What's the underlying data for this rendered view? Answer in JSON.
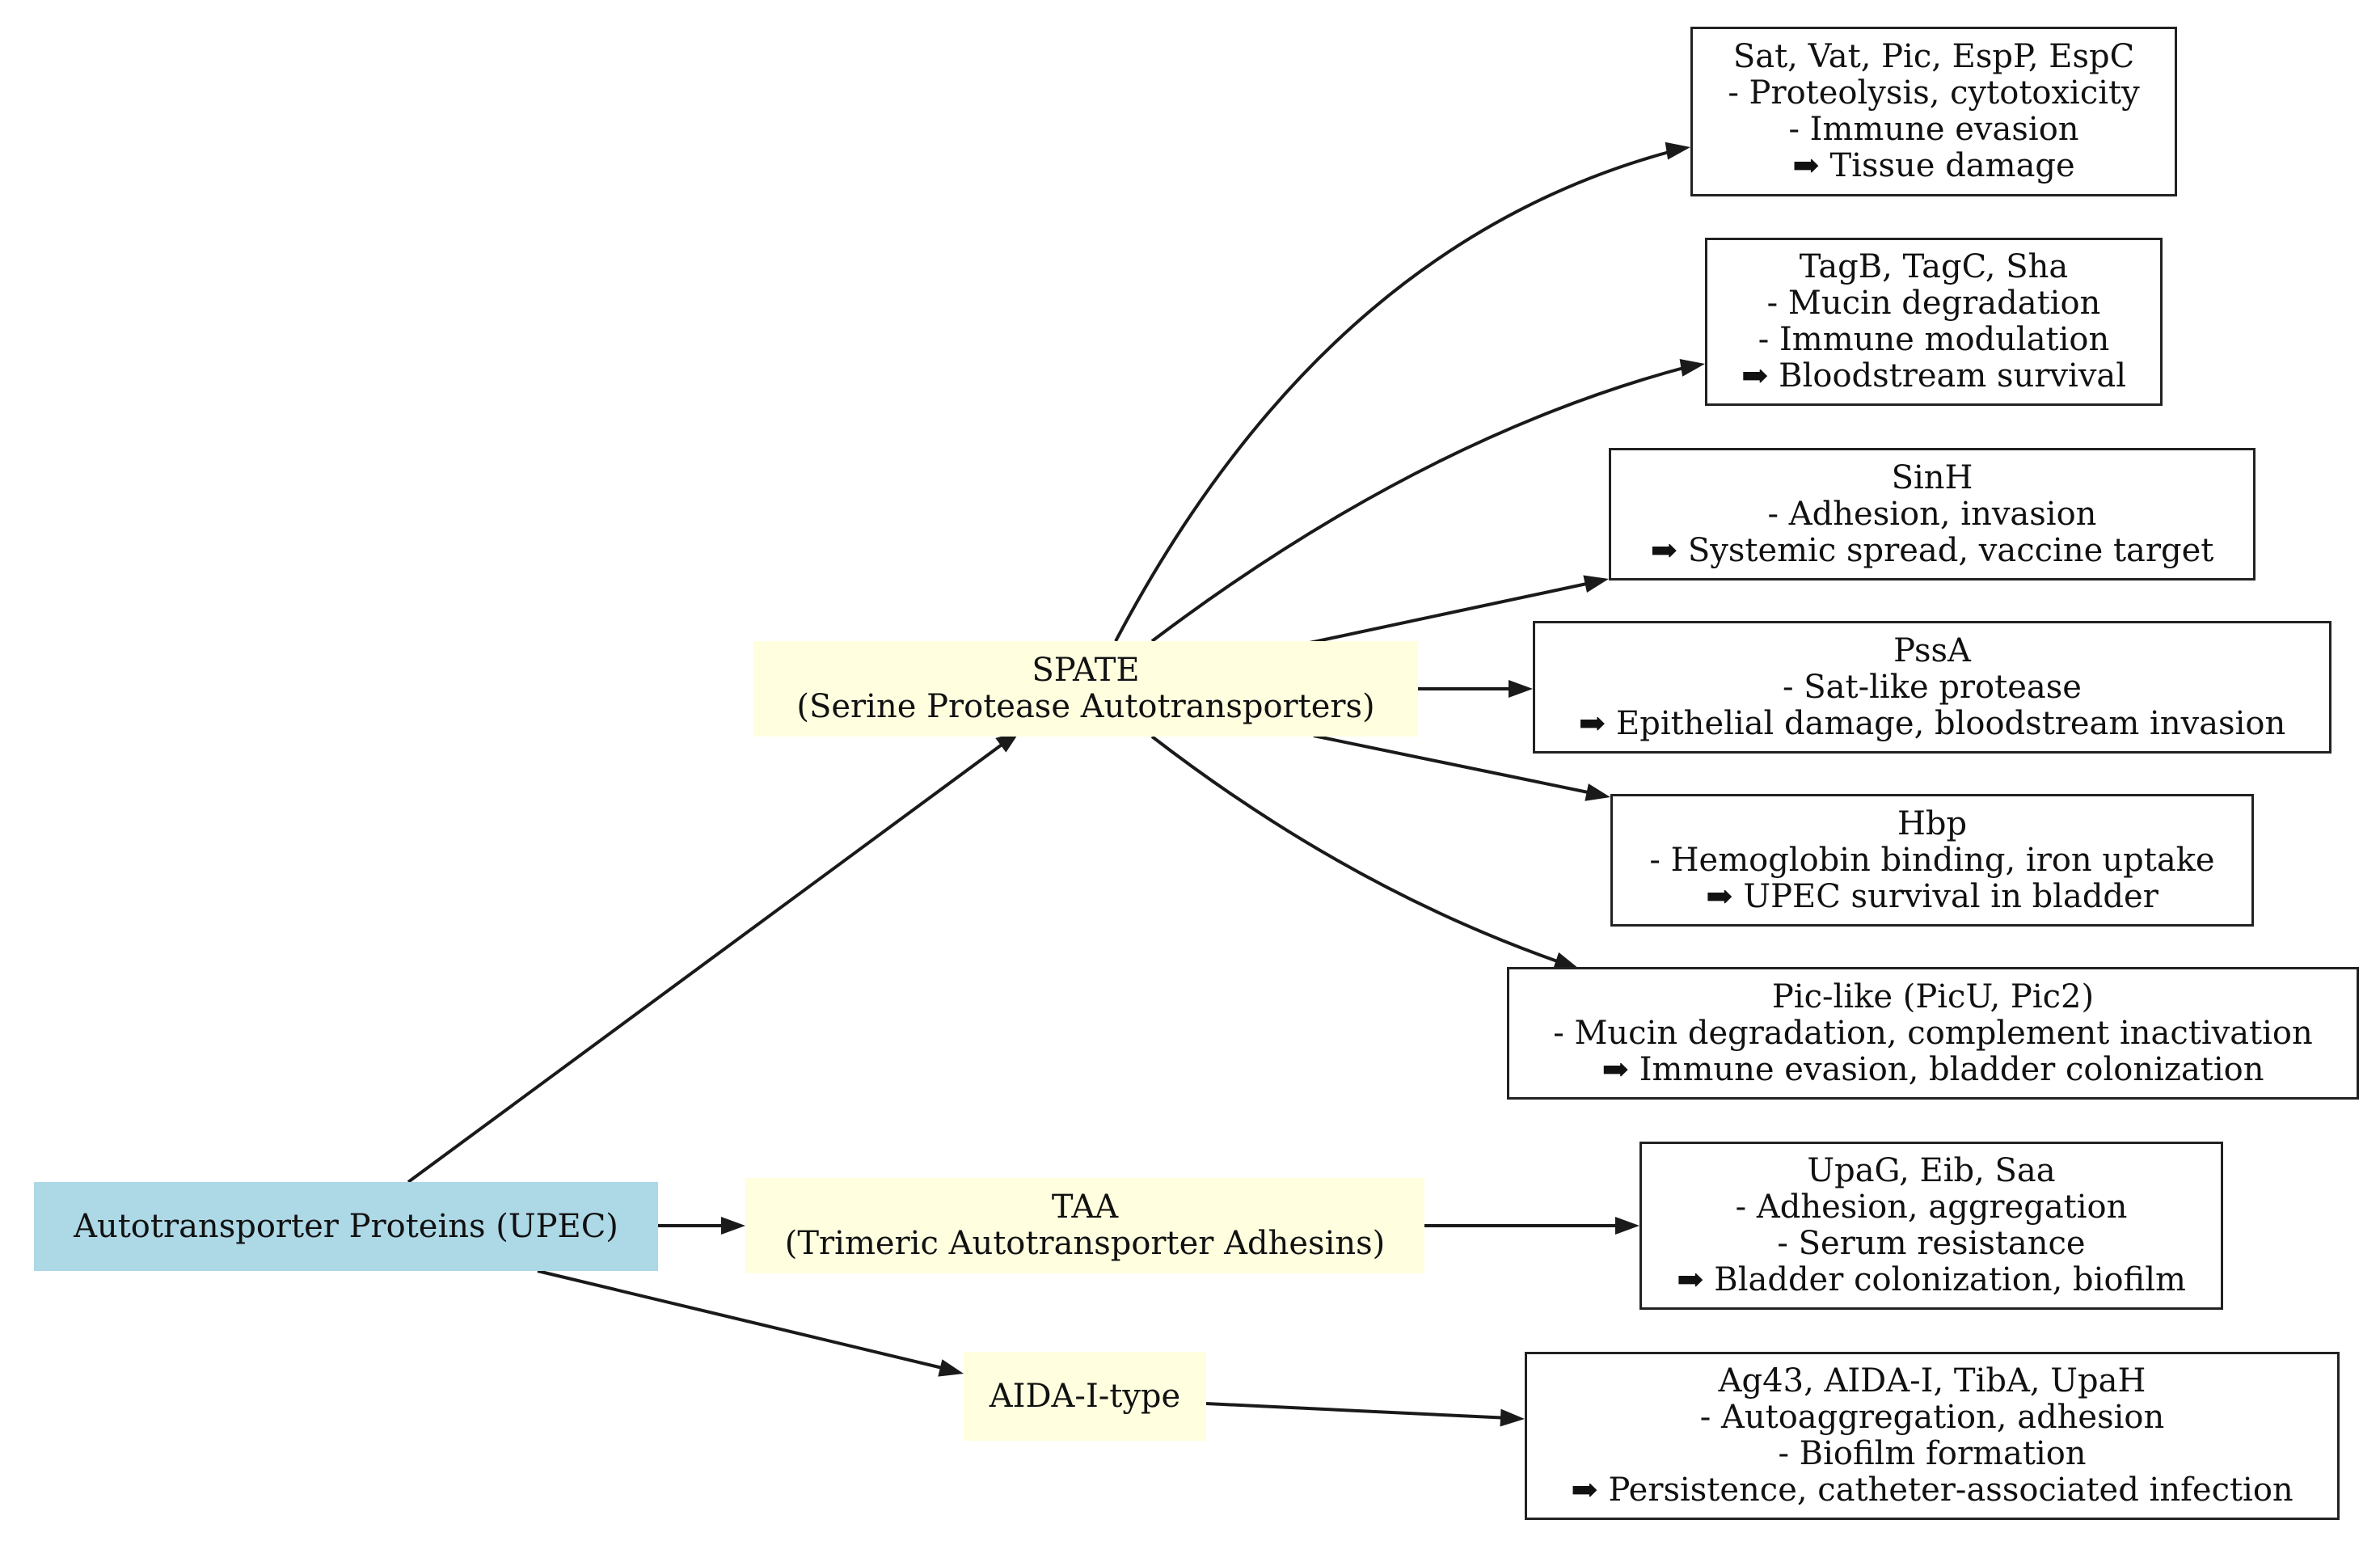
{
  "root": {
    "label": "Autotransporter Proteins (UPEC)"
  },
  "categories": {
    "spate": {
      "line1": "SPATE",
      "line2": "(Serine Protease Autotransporters)"
    },
    "taa": {
      "line1": "TAA",
      "line2": "(Trimeric Autotransporter Adhesins)"
    },
    "aida": {
      "line1": "AIDA-I-type"
    }
  },
  "details": [
    {
      "lines": [
        "Sat, Vat, Pic, EspP, EspC",
        "- Proteolysis, cytotoxicity",
        "- Immune evasion",
        "➡ Tissue damage"
      ]
    },
    {
      "lines": [
        "TagB, TagC, Sha",
        "- Mucin degradation",
        "- Immune modulation",
        "➡ Bloodstream survival"
      ]
    },
    {
      "lines": [
        "SinH",
        "- Adhesion, invasion",
        "➡ Systemic spread, vaccine target"
      ]
    },
    {
      "lines": [
        "PssA",
        "- Sat-like protease",
        "➡ Epithelial damage, bloodstream invasion"
      ]
    },
    {
      "lines": [
        "Hbp",
        "- Hemoglobin binding, iron uptake",
        "➡ UPEC survival in bladder"
      ]
    },
    {
      "lines": [
        "Pic-like (PicU, Pic2)",
        "- Mucin degradation, complement inactivation",
        "➡ Immune evasion, bladder colonization"
      ]
    },
    {
      "lines": [
        "UpaG, Eib, Saa",
        "- Adhesion, aggregation",
        "- Serum resistance",
        "➡ Bladder colonization, biofilm"
      ]
    },
    {
      "lines": [
        "Ag43, AIDA-I, TibA, UpaH",
        "- Autoaggregation, adhesion",
        "- Biofilm formation",
        "➡ Persistence, catheter-associated infection"
      ]
    }
  ],
  "colors": {
    "root_fill": "#add8e6",
    "category_fill": "#ffffe0",
    "box_border": "#222222",
    "edge": "#1a1a1a"
  }
}
